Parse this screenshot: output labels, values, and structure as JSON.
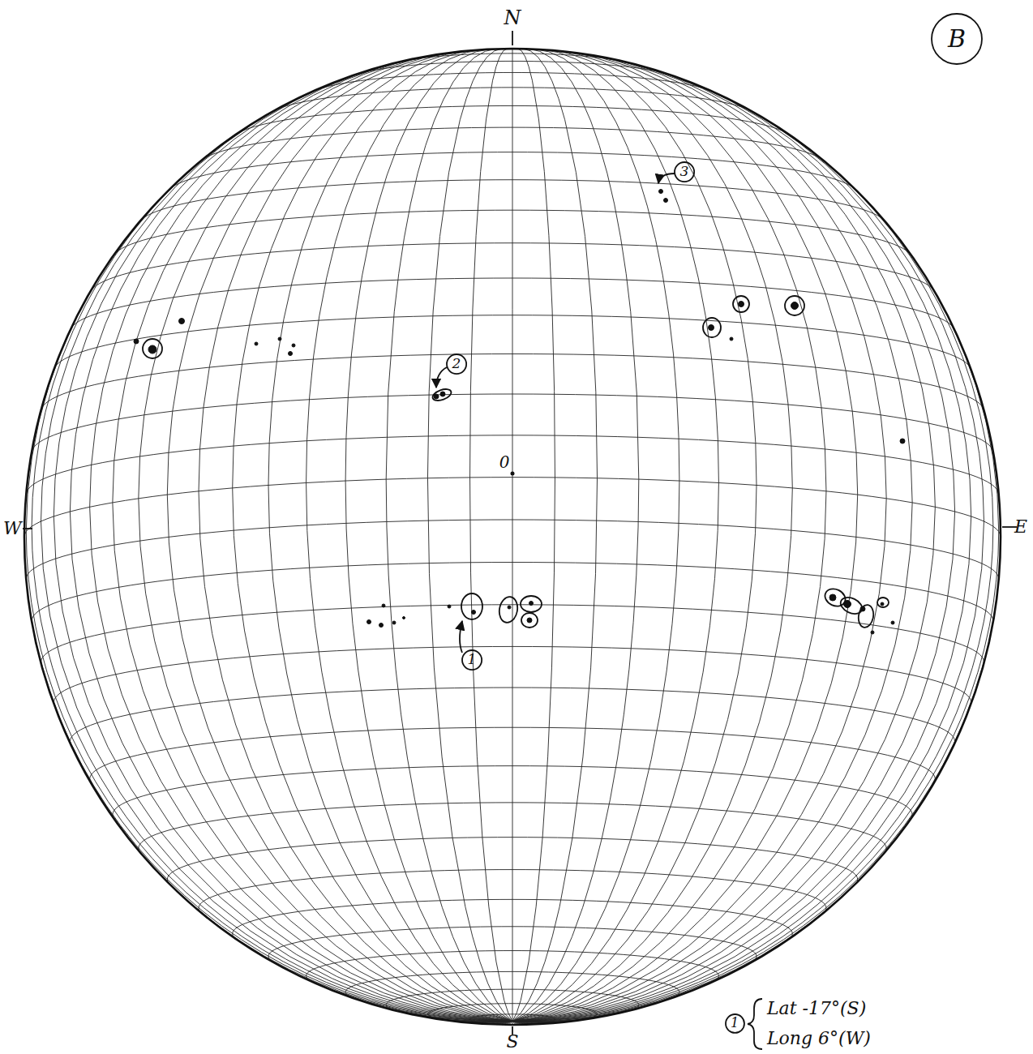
{
  "diagram": {
    "nodes": [
      {
        "text": [
          "B"
        ]
      },
      {
        "text": [
          "3"
        ]
      },
      {
        "text": [
          "2"
        ]
      },
      {
        "text": [
          "1"
        ]
      },
      {
        "text": [
          "1"
        ]
      }
    ],
    "labels": [
      "N",
      "W",
      "0",
      "E",
      "S",
      "Lat -17°(S)",
      "Long 6°(W)"
    ]
  }
}
